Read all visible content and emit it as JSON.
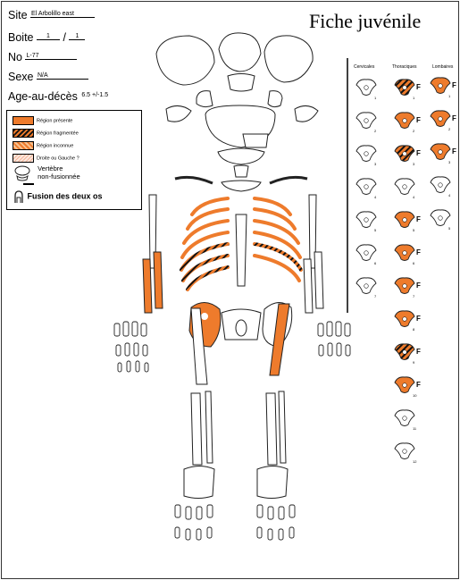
{
  "title": "Fiche juvénile",
  "fields": {
    "site_label": "Site",
    "site_value": "El Arbolillo east",
    "boite_label": "Boite",
    "boite_value": "1",
    "boite_sep": "/",
    "boite_total": "1",
    "no_label": "No",
    "no_value": "L-77",
    "sexe_label": "Sexe",
    "sexe_value": "N/A",
    "age_label": "Age-au-décès",
    "age_value": "6.5 +/-1.5"
  },
  "legend": {
    "present": "Région présente",
    "fragmented": "Région fragmentée",
    "unknown": "Région inconnue",
    "left_right": "Droite ou Gauche ?",
    "unfused_line1": "Vertèbre",
    "unfused_line2": "non-fusionnée",
    "fusion": "Fusion des deux os"
  },
  "vertebrae": {
    "headers": {
      "cervical": "Cervicales",
      "thoracic": "Thoraciques",
      "lumbar": "Lombaires"
    },
    "fusion_mark": "F",
    "cervical": [
      {
        "n": "1",
        "state": "blank"
      },
      {
        "n": "2",
        "state": "blank"
      },
      {
        "n": "3",
        "state": "blank"
      },
      {
        "n": "4",
        "state": "blank"
      },
      {
        "n": "5",
        "state": "blank"
      },
      {
        "n": "6",
        "state": "blank"
      },
      {
        "n": "7",
        "state": "blank"
      }
    ],
    "thoracic": [
      {
        "n": "1",
        "state": "fragmented",
        "fused": true
      },
      {
        "n": "2",
        "state": "present",
        "fused": true
      },
      {
        "n": "3",
        "state": "fragmented",
        "fused": true
      },
      {
        "n": "4",
        "state": "blank",
        "fused": false
      },
      {
        "n": "5",
        "state": "present",
        "fused": true
      },
      {
        "n": "6",
        "state": "present",
        "fused": true
      },
      {
        "n": "7",
        "state": "present",
        "fused": true
      },
      {
        "n": "8",
        "state": "present",
        "fused": true
      },
      {
        "n": "9",
        "state": "fragmented",
        "fused": true
      },
      {
        "n": "10",
        "state": "present",
        "fused": true
      },
      {
        "n": "11",
        "state": "blank",
        "fused": false
      },
      {
        "n": "12",
        "state": "blank",
        "fused": false
      }
    ],
    "lumbar": [
      {
        "n": "1",
        "state": "present",
        "fused": true
      },
      {
        "n": "2",
        "state": "present",
        "fused": true
      },
      {
        "n": "3",
        "state": "present",
        "fused": true
      },
      {
        "n": "4",
        "state": "blank",
        "fused": false
      },
      {
        "n": "5",
        "state": "blank",
        "fused": false
      }
    ]
  },
  "colors": {
    "present": "#ee7b2c",
    "fragmented_stripe": "#111111",
    "outline": "#222222",
    "paper": "#ffffff"
  }
}
